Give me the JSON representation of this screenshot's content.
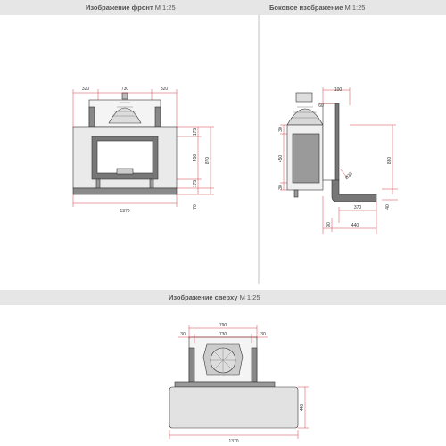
{
  "sections": {
    "front": {
      "title": "Изображение фронт",
      "scale": "М 1:25"
    },
    "side": {
      "title": "Боковое изображение",
      "scale": "М 1:25"
    },
    "top": {
      "title": "Изображение сверху",
      "scale": "М 1:25"
    }
  },
  "front_dims": {
    "left_width": "320",
    "center_width": "730",
    "right_width": "320",
    "h_top": "175",
    "h_mid": "450",
    "h_bot": "175",
    "h_total": "870",
    "h_base": "70",
    "total_width": "1370"
  },
  "side_dims": {
    "top_offset": "100",
    "top_inner": "60",
    "left_top": "30",
    "left_mid": "450",
    "left_bot": "30",
    "total_height": "830",
    "diameter": "Ø30",
    "bottom_inner": "370",
    "bottom_side": "40",
    "bottom_left": "90",
    "bottom_total": "440"
  },
  "top_dims": {
    "overall": "790",
    "left_margin": "30",
    "center": "730",
    "right_margin": "30",
    "depth": "440",
    "total_width": "1370"
  },
  "colors": {
    "dim_line": "#c8141e",
    "drawing": "#333333",
    "band": "#e6e6e6",
    "title": "#555555"
  }
}
